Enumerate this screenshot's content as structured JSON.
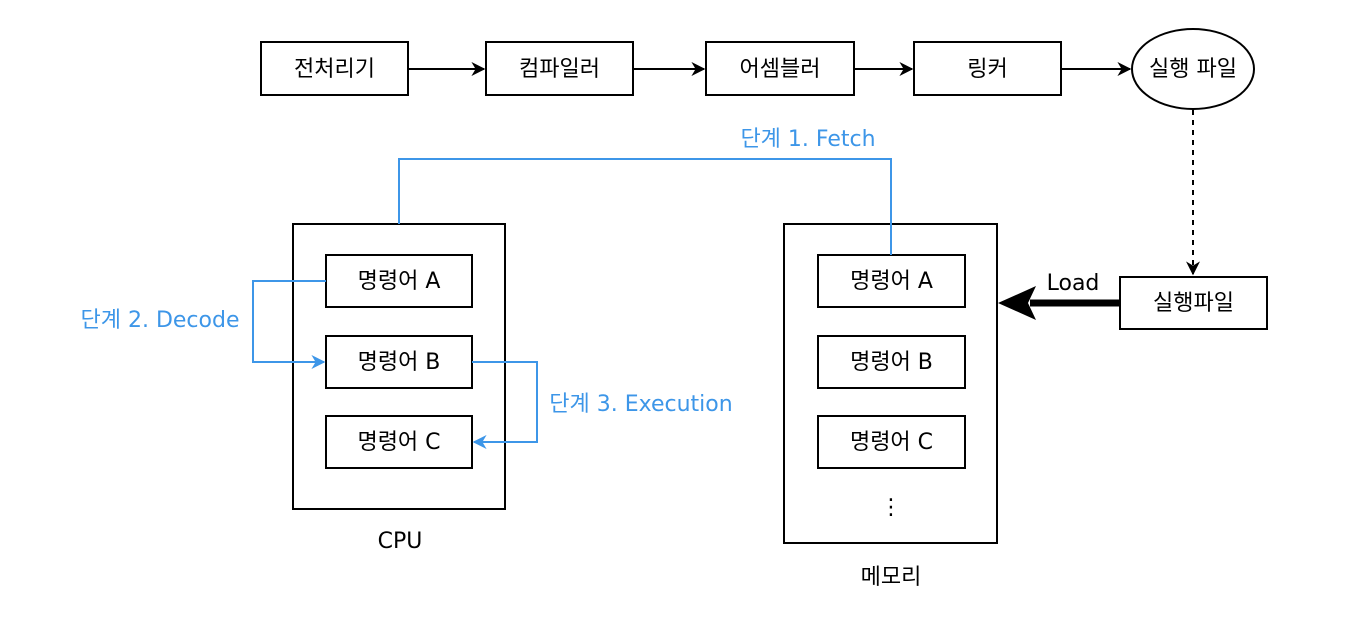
{
  "pipeline": {
    "step1": "전처리기",
    "step2": "컴파일러",
    "step3": "어셈블러",
    "step4": "링커",
    "output": "실행 파일"
  },
  "executable": {
    "label": "실행파일",
    "load_label": "Load"
  },
  "cpu": {
    "label": "CPU",
    "instr_a": "명령어 A",
    "instr_b": "명령어 B",
    "instr_c": "명령어 C"
  },
  "memory": {
    "label": "메모리",
    "instr_a": "명령어 A",
    "instr_b": "명령어 B",
    "instr_c": "명령어 C",
    "ellipsis": "⋮"
  },
  "stages": {
    "fetch": "단계 1. Fetch",
    "decode": "단계 2. Decode",
    "execution": "단계 3. Execution"
  },
  "colors": {
    "stage_accent": "#3d96e8",
    "line": "#000000"
  }
}
